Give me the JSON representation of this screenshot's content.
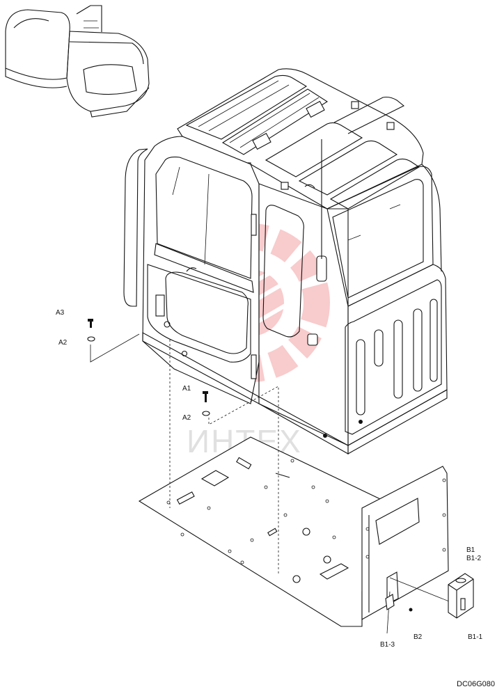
{
  "drawing_code": "DC06G080",
  "watermark_text": "ИНТЕХ",
  "watermark_color": "#e8474a",
  "labels": {
    "a3": "A3",
    "a2_upper": "A2",
    "a1": "A1",
    "a2_lower": "A2",
    "b1": "B1",
    "b1_2": "B1-2",
    "b1_1": "B1-1",
    "b1_3": "B1-3",
    "b2": "B2"
  }
}
